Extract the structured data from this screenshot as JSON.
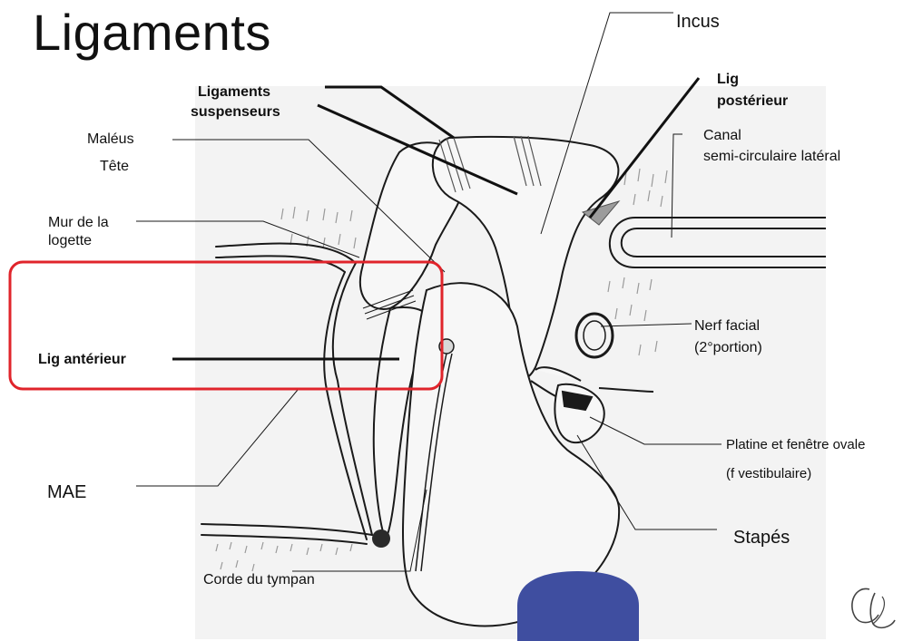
{
  "title": "Ligaments",
  "labels": {
    "incus": "Incus",
    "lig_posterieur_1": "Lig",
    "lig_posterieur_2": "postérieur",
    "ligaments_suspenseurs_1": "Ligaments",
    "ligaments_suspenseurs_2": "suspenseurs",
    "maleus": "Maléus",
    "tete": "Tête",
    "canal_1": "Canal",
    "canal_2": "semi-circulaire latéral",
    "mur_1": "Mur de la",
    "mur_2": "logette",
    "nerf_1": "Nerf facial",
    "nerf_2": "(2°portion)",
    "lig_anterieur": "Lig antérieur",
    "platine_1": "Platine et fenêtre ovale",
    "platine_2": "(f vestibulaire)",
    "mae": "MAE",
    "stapes": "Stapés",
    "corde": "Corde du tympan"
  },
  "signature": "CL",
  "colors": {
    "highlight_box": "#e0242b",
    "blue_shape": "#3f4ea0",
    "panel": "#f2f2f2",
    "ink": "#1a1a1a"
  }
}
